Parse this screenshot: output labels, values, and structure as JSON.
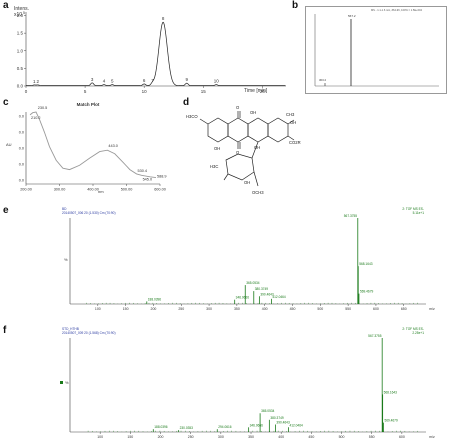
{
  "panels": {
    "a": {
      "letter": "a",
      "ylabel_line1": "Intens.",
      "ylabel_line2": "x10",
      "ylabel_exp": "5",
      "xlabel": "Time [min]",
      "y_ticks": [
        "2.0",
        "1.5",
        "1.0",
        "0.5",
        "0.0"
      ],
      "x_ticks": [
        "0",
        "5",
        "10",
        "15",
        "20"
      ],
      "peaks": [
        {
          "label": "1",
          "t": 0.7,
          "h": 0.02
        },
        {
          "label": "2",
          "t": 1.0,
          "h": 0.02
        },
        {
          "label": "3",
          "t": 5.6,
          "h": 0.08
        },
        {
          "label": "4",
          "t": 6.6,
          "h": 0.03
        },
        {
          "label": "5",
          "t": 7.3,
          "h": 0.03
        },
        {
          "label": "6",
          "t": 10.0,
          "h": 0.05
        },
        {
          "label": "7",
          "t": 10.7,
          "h": 0.05
        },
        {
          "label": "8",
          "t": 11.6,
          "h": 1.8
        },
        {
          "label": "9",
          "t": 13.6,
          "h": 0.07
        },
        {
          "label": "10",
          "t": 16.1,
          "h": 0.03
        }
      ],
      "xlim": [
        0,
        22
      ],
      "ylim": [
        0,
        2.1
      ]
    },
    "b": {
      "letter": "b",
      "header": "MS - 1.1-1.6 min, #64-96, 100% = 1.5E+004",
      "main_peak_label": "567.2",
      "minor_peak_label": "303.2"
    },
    "c": {
      "letter": "c",
      "title": "Match Plot",
      "ylabel": "AU",
      "xlabel": "nm",
      "y_ticks": [
        "0.0",
        "0.0",
        "0.0",
        "0.0",
        "0.0"
      ],
      "x_ticks": [
        "200.00",
        "300.00",
        "400.00",
        "500.00",
        "600.00"
      ],
      "annotations": [
        "230.5",
        "210.2",
        "443.0",
        "530.4",
        "545.0",
        "588.9"
      ],
      "curve": [
        [
          212,
          0.96
        ],
        [
          220,
          0.99
        ],
        [
          230,
          1.0
        ],
        [
          240,
          0.9
        ],
        [
          255,
          0.72
        ],
        [
          270,
          0.52
        ],
        [
          290,
          0.33
        ],
        [
          310,
          0.22
        ],
        [
          330,
          0.2
        ],
        [
          360,
          0.26
        ],
        [
          390,
          0.36
        ],
        [
          420,
          0.45
        ],
        [
          443,
          0.47
        ],
        [
          465,
          0.42
        ],
        [
          490,
          0.3
        ],
        [
          510,
          0.2
        ],
        [
          530,
          0.14
        ],
        [
          545,
          0.12
        ],
        [
          570,
          0.1
        ],
        [
          588,
          0.09
        ]
      ],
      "xlim": [
        200,
        600
      ]
    },
    "d": {
      "letter": "d",
      "labels": [
        "H3CO",
        "OH",
        "O",
        "O",
        "OH",
        "OH",
        "OH",
        "CH3",
        "H3C",
        "OH",
        "OCH3",
        "CO2R"
      ]
    },
    "e": {
      "letter": "e",
      "top_left_1": "BD",
      "top_left_2": "20140507_006 20 (1.530) Cm (70:90)",
      "top_right_1": "2: TOF MS ES-",
      "top_right_2": "5.11e+1",
      "ylabel": "%",
      "x_ticks": [
        "100",
        "150",
        "200",
        "250",
        "300",
        "350",
        "400",
        "450",
        "500",
        "550",
        "600",
        "650",
        "m/z"
      ],
      "peak_labels": [
        {
          "mz": 567.3755,
          "label": "567.3755",
          "rel": 1.0
        },
        {
          "mz": 568.1643,
          "label": "568.1643",
          "rel": 0.44
        },
        {
          "mz": 569.4679,
          "label": "569.4679",
          "rel": 0.12
        },
        {
          "mz": 365.0534,
          "label": "365.0534",
          "rel": 0.22
        },
        {
          "mz": 380.3749,
          "label": "380.3749",
          "rel": 0.15
        },
        {
          "mz": 390.4643,
          "label": "390.4643",
          "rel": 0.09
        },
        {
          "mz": 412.0464,
          "label": "412.0464",
          "rel": 0.06
        },
        {
          "mz": 346.0666,
          "label": "346.0666",
          "rel": 0.05
        },
        {
          "mz": 188.0396,
          "label": "188.0396",
          "rel": 0.03
        }
      ]
    },
    "f": {
      "letter": "f",
      "top_left_1": "STD_HTHB",
      "top_left_2": "20140507_009 20 (1.568) Cm (70:90)",
      "top_right_1": "2: TOF MS ES-",
      "top_right_2": "2.25e+1",
      "ylabel": "%",
      "x_ticks": [
        "100",
        "150",
        "200",
        "250",
        "300",
        "350",
        "400",
        "450",
        "500",
        "550",
        "600",
        "m/z"
      ],
      "peak_labels": [
        {
          "mz": 567.3755,
          "label": "567.3755",
          "rel": 1.0
        },
        {
          "mz": 568.1643,
          "label": "568.1643",
          "rel": 0.4
        },
        {
          "mz": 569.4679,
          "label": "569.4679",
          "rel": 0.1
        },
        {
          "mz": 365.0534,
          "label": "365.0534",
          "rel": 0.2
        },
        {
          "mz": 380.3749,
          "label": "380.3749",
          "rel": 0.13
        },
        {
          "mz": 390.4643,
          "label": "390.4643",
          "rel": 0.08
        },
        {
          "mz": 412.0464,
          "label": "412.0464",
          "rel": 0.05
        },
        {
          "mz": 346.0666,
          "label": "346.0666",
          "rel": 0.05
        },
        {
          "mz": 188.0396,
          "label": "188.0396",
          "rel": 0.03
        },
        {
          "mz": 294.0616,
          "label": "294.0616",
          "rel": 0.03
        },
        {
          "mz": 230.0353,
          "label": "230.0353",
          "rel": 0.02
        }
      ]
    }
  },
  "colors": {
    "line": "#222222",
    "ms_label": "#1a7a1a",
    "header_blue": "#2a3aa0",
    "uv_curve": "#9a9a9a"
  }
}
